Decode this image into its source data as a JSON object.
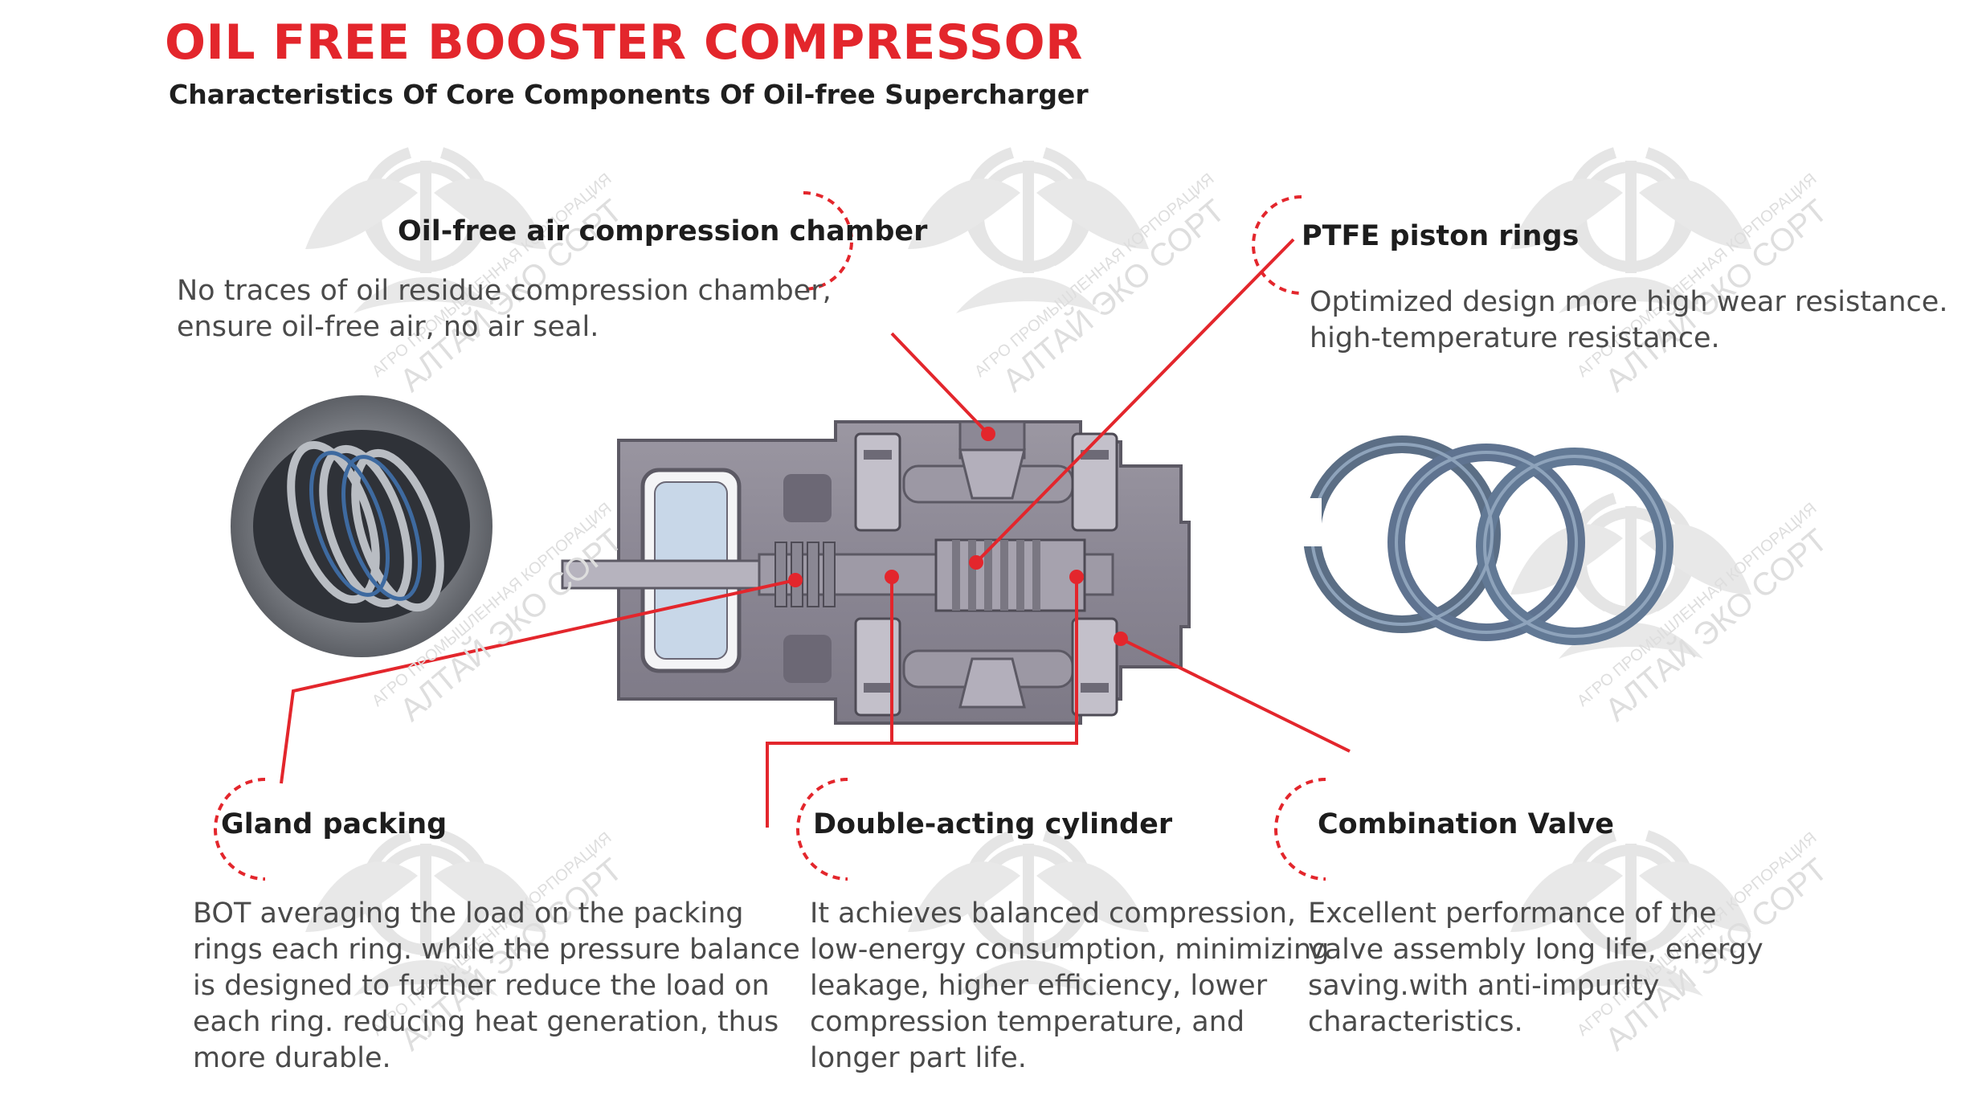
{
  "title": "OIL FREE BOOSTER COMPRESSOR",
  "subtitle": "Characteristics Of Core Components Of Oil-free Supercharger",
  "accent_color": "#e3262c",
  "watermark": {
    "line1": "АГРО ПРОМЫШЛЕННАЯ КОРПОРАЦИЯ",
    "line2": "АЛТАЙ ЭКО СОРТ",
    "icon": "gear-leaf-logo-icon"
  },
  "features": {
    "chamber": {
      "title": "Oil-free air compression chamber",
      "desc": [
        "No traces of oil residue compression chamber,",
        "ensure oil-free air, no air seal."
      ]
    },
    "rings": {
      "title": "PTFE piston rings",
      "desc": [
        "Optimized design more high wear resistance.",
        "high-temperature resistance."
      ]
    },
    "gland": {
      "title": "Gland packing",
      "desc": [
        "BOT averaging the load on the packing",
        "rings each ring. while the pressure balance",
        "is designed to further reduce the load on",
        "each ring. reducing heat generation, thus",
        "more durable."
      ]
    },
    "cylinder": {
      "title": "Double-acting cylinder",
      "desc": [
        "It achieves balanced compression,",
        "low-energy consumption, minimizing",
        "leakage, higher efficiency, lower",
        "compression temperature, and",
        "longer part life."
      ]
    },
    "valve": {
      "title": "Combination Valve",
      "desc": [
        "Excellent performance of the",
        "valve assembly long life, energy",
        "saving.with anti-impurity",
        "characteristics."
      ]
    }
  }
}
